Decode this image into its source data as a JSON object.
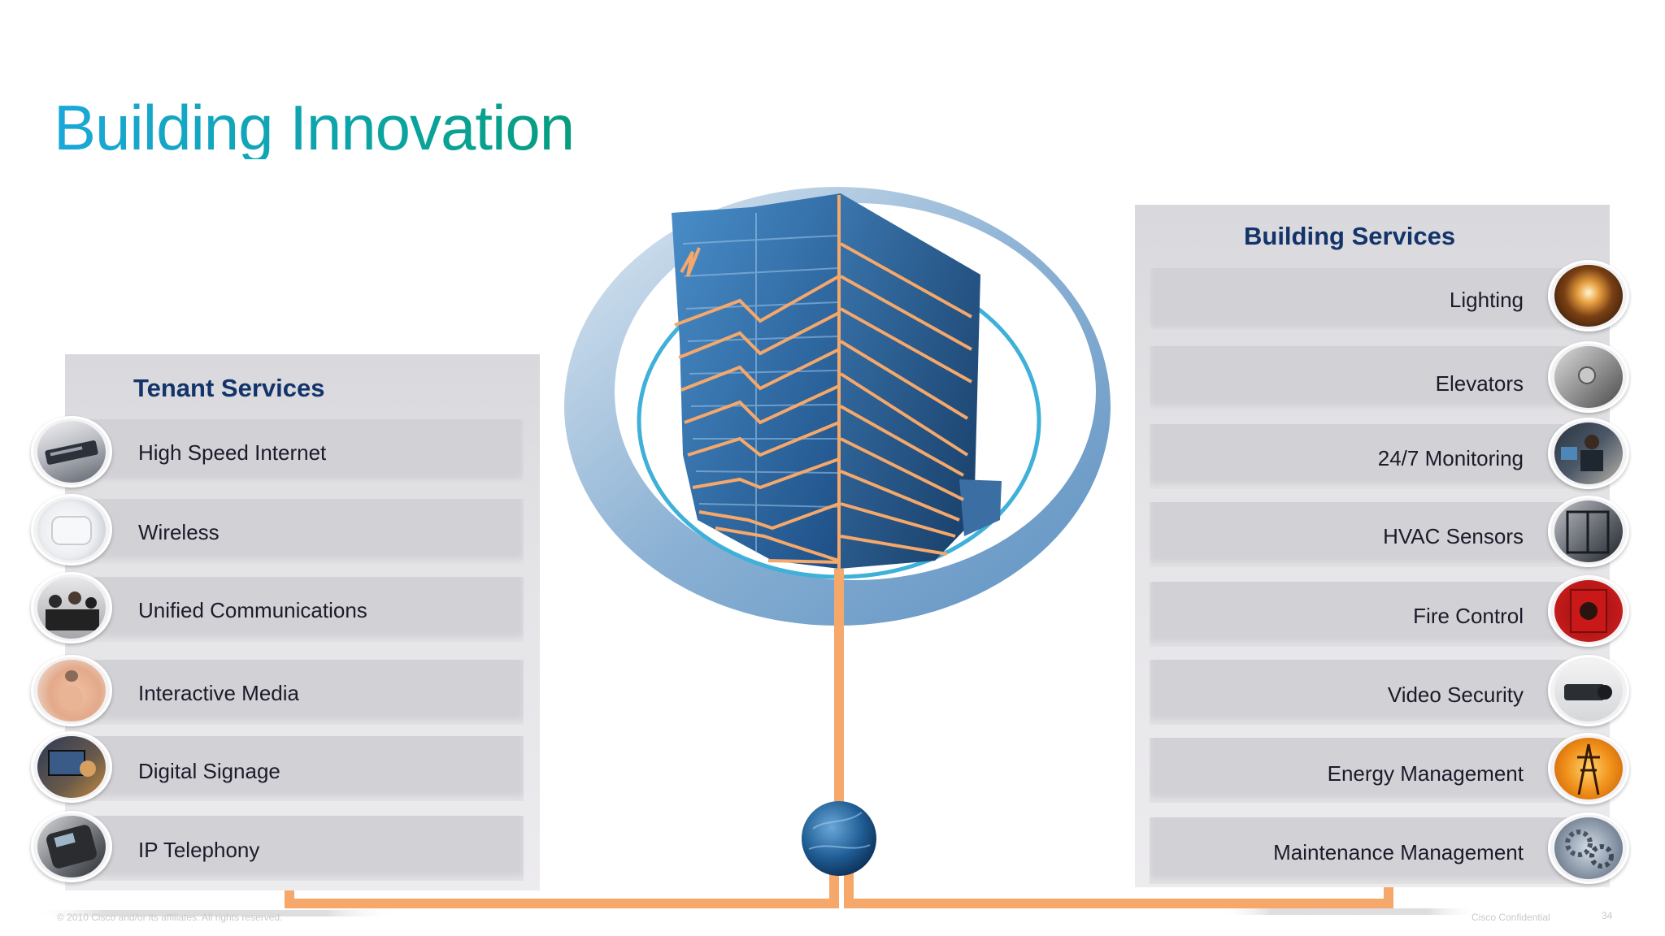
{
  "slide": {
    "title": "Building Innovation",
    "footer_copyright": "© 2010 Cisco and/or its affiliates. All rights reserved.",
    "footer_confidential": "Cisco Confidential",
    "page_number": "34"
  },
  "tenant_services": {
    "title": "Tenant Services",
    "items": [
      {
        "label": "High Speed Internet",
        "icon": "router-icon"
      },
      {
        "label": "Wireless",
        "icon": "access-point-icon"
      },
      {
        "label": "Unified Communications",
        "icon": "meeting-people-icon"
      },
      {
        "label": "Interactive Media",
        "icon": "touch-hand-icon"
      },
      {
        "label": "Digital Signage",
        "icon": "signage-screen-icon"
      },
      {
        "label": "IP Telephony",
        "icon": "ip-phone-icon"
      }
    ]
  },
  "building_services": {
    "title": "Building Services",
    "items": [
      {
        "label": "Lighting",
        "icon": "light-bulb-icon"
      },
      {
        "label": "Elevators",
        "icon": "elevator-button-icon"
      },
      {
        "label": "24/7 Monitoring",
        "icon": "monitoring-operator-icon"
      },
      {
        "label": "HVAC Sensors",
        "icon": "hvac-unit-icon"
      },
      {
        "label": "Fire Control",
        "icon": "fire-alarm-icon"
      },
      {
        "label": "Video Security",
        "icon": "security-camera-icon"
      },
      {
        "label": "Energy Management",
        "icon": "power-tower-icon"
      },
      {
        "label": "Maintenance Management",
        "icon": "gears-icon"
      }
    ]
  },
  "colors": {
    "title_start": "#1aa8d9",
    "title_end": "#079d7e",
    "panel_title": "#12346b",
    "connector": "#f5a86a",
    "ring": "#3fb0d8"
  }
}
